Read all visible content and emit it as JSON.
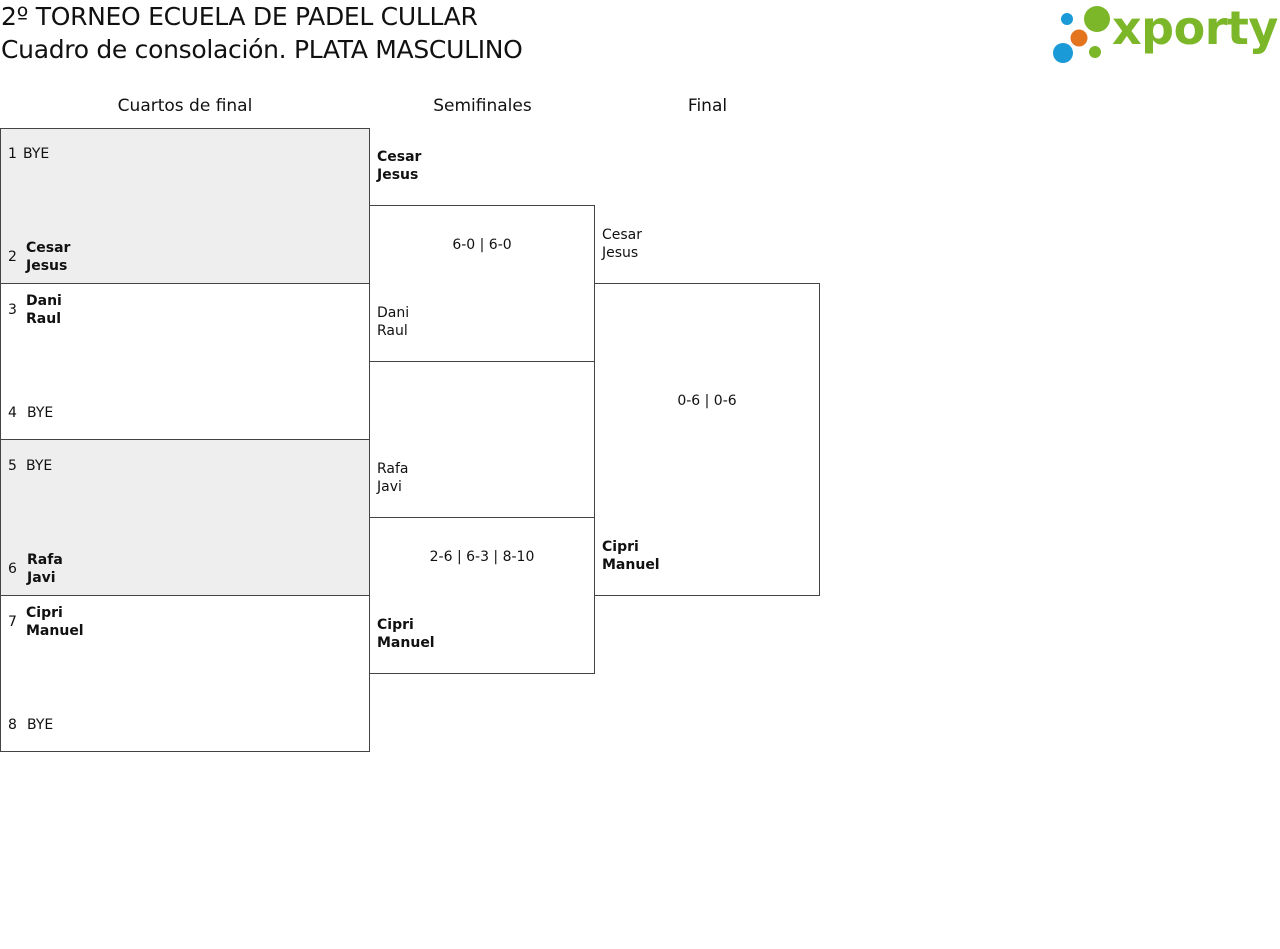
{
  "header": {
    "title_line1": "2º TORNEO ECUELA DE PADEL CULLAR",
    "title_line2": "Cuadro de consolación. PLATA MASCULINO",
    "logo_text": "xporty",
    "logo_colors": {
      "green": "#7cb72a",
      "blue": "#1a9bd7",
      "orange": "#e5741f"
    }
  },
  "rounds": {
    "quarterfinals": "Cuartos de final",
    "semifinals": "Semifinales",
    "final": "Final"
  },
  "quarterfinals": [
    {
      "seed": "1",
      "text": "BYE"
    },
    {
      "seed": "2",
      "players": [
        "Cesar",
        "Jesus"
      ]
    },
    {
      "seed": "3",
      "players": [
        "Dani",
        "Raul"
      ]
    },
    {
      "seed": "4",
      "text": "BYE"
    },
    {
      "seed": "5",
      "text": "BYE"
    },
    {
      "seed": "6",
      "players": [
        "Rafa",
        "Javi"
      ]
    },
    {
      "seed": "7",
      "players": [
        "Cipri",
        "Manuel"
      ]
    },
    {
      "seed": "8",
      "text": "BYE"
    }
  ],
  "semifinals": [
    {
      "players": [
        "Cesar",
        "Jesus"
      ]
    },
    {
      "players": [
        "Dani",
        "Raul"
      ]
    },
    {
      "players": [
        "Rafa",
        "Javi"
      ]
    },
    {
      "players": [
        "Cipri",
        "Manuel"
      ]
    }
  ],
  "semifinal_scores": [
    "6-0 | 6-0",
    "2-6 | 6-3 | 8-10"
  ],
  "final": [
    {
      "players": [
        "Cesar",
        "Jesus"
      ]
    },
    {
      "players": [
        "Cipri",
        "Manuel"
      ]
    }
  ],
  "final_score": "0-6 | 0-6"
}
